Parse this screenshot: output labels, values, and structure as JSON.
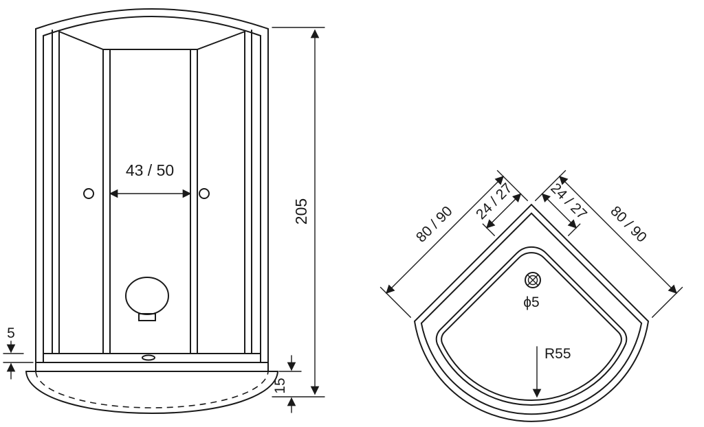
{
  "drawing": {
    "front": {
      "door_width": "43 / 50",
      "height": "205",
      "rim": "5",
      "tray_height": "15"
    },
    "top": {
      "side_left": "80 / 90",
      "side_right": "80 / 90",
      "corner_left": "24 / 27",
      "corner_right": "24 / 27",
      "drain": "ϕ5",
      "radius": "R55"
    },
    "colors": {
      "line": "#1a1a1a",
      "background": "#ffffff"
    }
  }
}
